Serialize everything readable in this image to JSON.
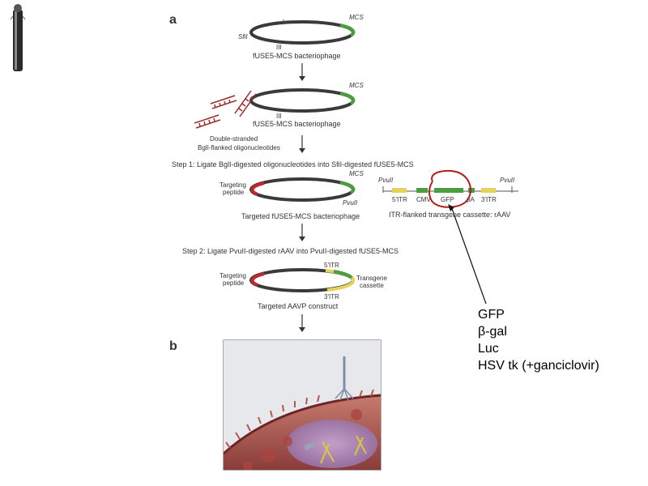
{
  "panel_a": "a",
  "panel_b": "b",
  "plasmid1": {
    "label": "fUSE5-MCS bacteriophage",
    "sfi": "SfiI",
    "iii": "III",
    "mcs": "MCS"
  },
  "plasmid2": {
    "label": "fUSE5-MCS bacteriophage",
    "iii": "III",
    "mcs": "MCS",
    "oligo_label_1": "Double-stranded",
    "oligo_label_2": "BglI-flanked oligonucleotides"
  },
  "step1": "Step 1: Ligate BglI-digested oligonucleotides into SfiI-digested fUSE5-MCS",
  "plasmid3": {
    "label": "Targeted fUSE5-MCS bacteriophage",
    "peptide_1": "Targeting",
    "peptide_2": "peptide",
    "mcs": "MCS",
    "pvu": "PvuII"
  },
  "cassette": {
    "label": "ITR-flanked transgene cassette: rAAV",
    "pvu_left": "PvuII",
    "pvu_right": "PvuII",
    "itr5": "5'ITR",
    "cmv": "CMV",
    "gfp": "GFP",
    "pa": "pA",
    "itr3": "3'ITR"
  },
  "step2": "Step 2: Ligate PvuII-digested rAAV into PvuII-digested fUSE5-MCS",
  "plasmid4": {
    "label": "Targeted AAVP construct",
    "peptide_1": "Targeting",
    "peptide_2": "peptide",
    "itr5": "5'ITR",
    "itr3": "3'ITR",
    "trans_1": "Transgene",
    "trans_2": "cassette"
  },
  "transgenes": [
    "GFP",
    "β-gal",
    "Luc",
    "HSV tk (+ganciclovir)"
  ],
  "colors": {
    "plasmid": "#3a3a3a",
    "mcs": "#4a9e3f",
    "peptide": "#c0282d",
    "itr": "#e3d35a",
    "circle": "#b01e1e"
  }
}
